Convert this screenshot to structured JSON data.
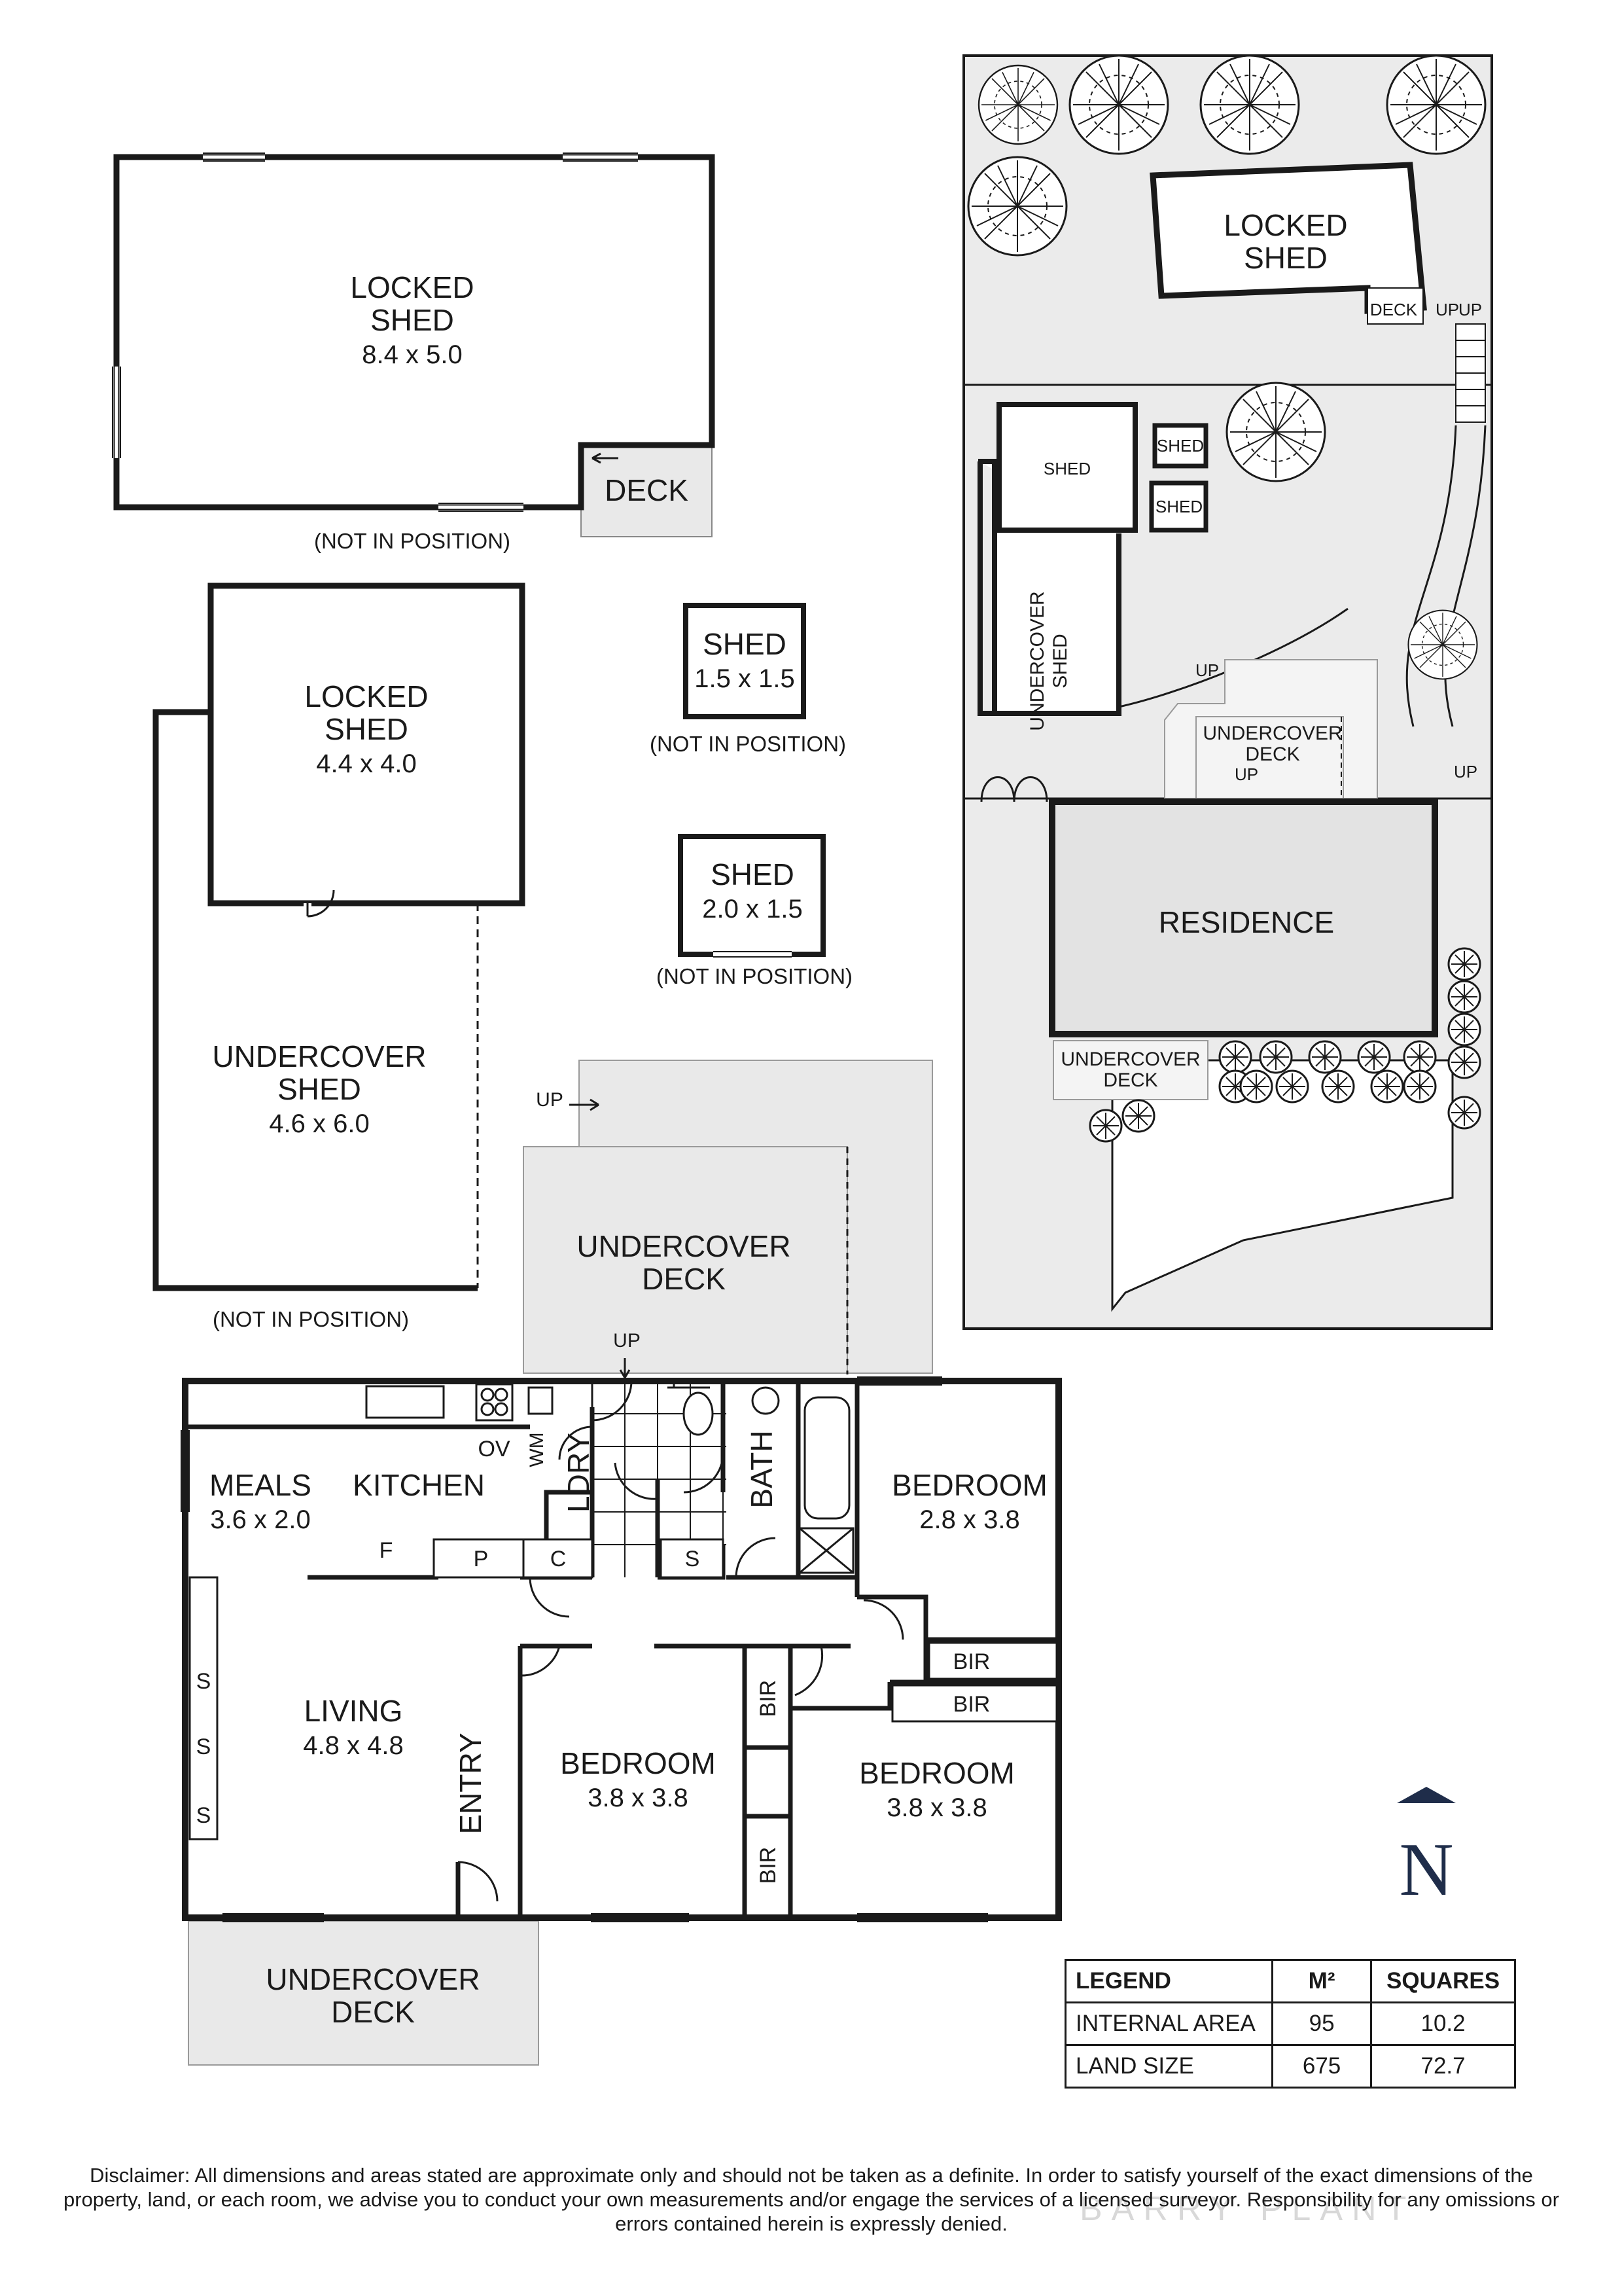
{
  "main_plan": {
    "meals": {
      "name": "MEALS",
      "dims": "3.6 x 2.0"
    },
    "kitchen": {
      "name": "KITCHEN"
    },
    "living": {
      "name": "LIVING",
      "dims": "4.8 x 4.8"
    },
    "entry": {
      "name": "ENTRY"
    },
    "bedroom1": {
      "name": "BEDROOM",
      "dims": "2.8 x 3.8"
    },
    "bedroom2": {
      "name": "BEDROOM",
      "dims": "3.8 x 3.8"
    },
    "bedroom3": {
      "name": "BEDROOM",
      "dims": "3.8 x 3.8"
    },
    "laundry": {
      "name": "LDRY"
    },
    "bath": {
      "name": "BATH"
    },
    "wm": "WM",
    "ov": "OV",
    "fridge": "F",
    "pantry": "P",
    "cupboard": "C",
    "storage": "S",
    "bir": "BIR",
    "undercover_deck_rear": {
      "line1": "UNDERCOVER",
      "line2": "DECK"
    },
    "undercover_deck_front": {
      "line1": "UNDERCOVER",
      "line2": "DECK"
    },
    "up": "UP"
  },
  "outbuildings": {
    "locked_shed_large": {
      "line1": "LOCKED",
      "line2": "SHED",
      "dims": "8.4 x 5.0"
    },
    "deck": "DECK",
    "locked_shed_small": {
      "line1": "LOCKED",
      "line2": "SHED",
      "dims": "4.4 x 4.0"
    },
    "undercover_shed": {
      "line1": "UNDERCOVER",
      "line2": "SHED",
      "dims": "4.6 x 6.0"
    },
    "shed_a": {
      "name": "SHED",
      "dims": "1.5 x 1.5"
    },
    "shed_b": {
      "name": "SHED",
      "dims": "2.0 x 1.5"
    },
    "not_in_position": "(NOT IN POSITION)"
  },
  "site_plan": {
    "locked_shed": {
      "line1": "LOCKED",
      "line2": "SHED"
    },
    "deck": "DECK",
    "up": "UP",
    "shed": "SHED",
    "undercover_shed": {
      "line1": "UNDERCOVER",
      "line2": "SHED"
    },
    "undercover_deck": {
      "line1": "UNDERCOVER",
      "line2": "DECK"
    },
    "residence": "RESIDENCE"
  },
  "compass": {
    "letter": "N"
  },
  "legend": {
    "headers": [
      "LEGEND",
      "M²",
      "SQUARES"
    ],
    "rows": [
      {
        "label": "INTERNAL AREA",
        "m2": "95",
        "squares": "10.2"
      },
      {
        "label": "LAND SIZE",
        "m2": "675",
        "squares": "72.7"
      }
    ]
  },
  "disclaimer": "Disclaimer: All dimensions and areas stated are approximate only and should not be taken as a definite. In order to satisfy yourself of the exact dimensions of the property, land, or each room, we advise you to conduct your own measurements and/or engage the services of a licensed surveyor. Responsibility for any omissions or errors contained herein is expressly denied.",
  "watermark": "BARRY PLANT",
  "colors": {
    "wall": "#1a1a1a",
    "fill_grey": "#e9e9e9",
    "site_grey": "#ebebeb"
  }
}
